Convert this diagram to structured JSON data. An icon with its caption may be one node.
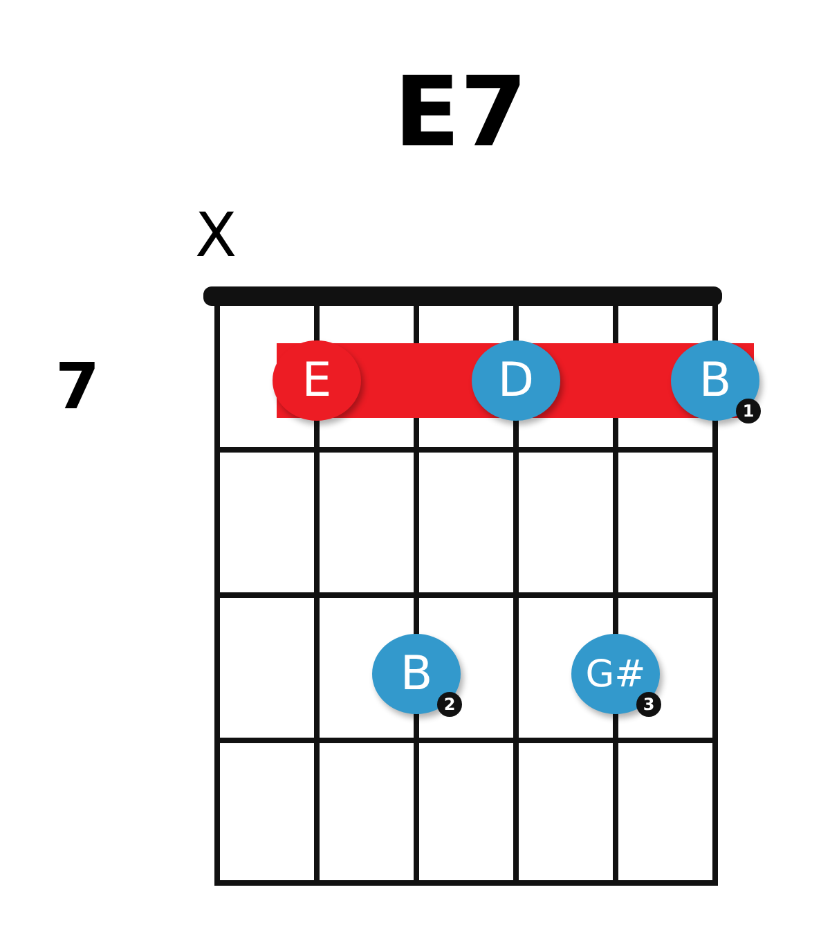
{
  "diagram": {
    "title": "E7",
    "nodes": [
      {
        "text": [
          "E"
        ]
      },
      {
        "text": [
          "D"
        ]
      },
      {
        "text": [
          "B"
        ]
      },
      {
        "text": [
          "1"
        ]
      },
      {
        "text": [
          "B"
        ]
      },
      {
        "text": [
          "2"
        ]
      },
      {
        "text": [
          "G#"
        ]
      },
      {
        "text": [
          "3"
        ]
      }
    ],
    "labels": [
      "X",
      "7"
    ]
  }
}
